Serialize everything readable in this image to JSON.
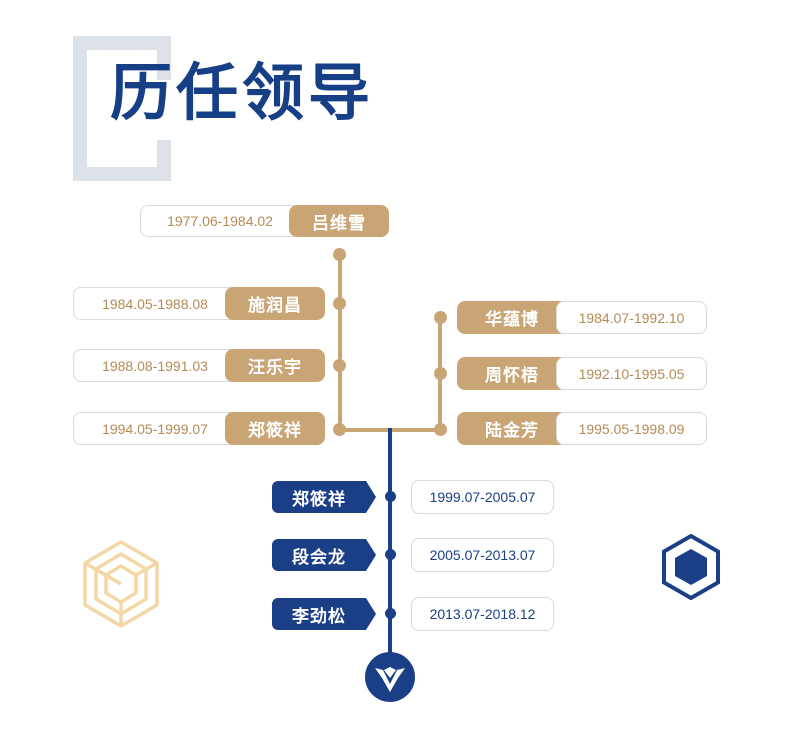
{
  "title": "历任领导",
  "colors": {
    "navy": "#1a3f86",
    "gold": "#c9a475",
    "gold_text": "#b58a57",
    "bracket": "#dde2e9"
  },
  "top": {
    "name": "吕维雪",
    "period": "1977.06-1984.02"
  },
  "left_branch": [
    {
      "name": "施润昌",
      "period": "1984.05-1988.08"
    },
    {
      "name": "汪乐宇",
      "period": "1988.08-1991.03"
    },
    {
      "name": "郑筱祥",
      "period": "1994.05-1999.07"
    }
  ],
  "right_branch": [
    {
      "name": "华蕴博",
      "period": "1984.07-1992.10"
    },
    {
      "name": "周怀梧",
      "period": "1992.10-1995.05"
    },
    {
      "name": "陆金芳",
      "period": "1995.05-1998.09"
    }
  ],
  "main_line": [
    {
      "name": "郑筱祥",
      "period": "1999.07-2005.07"
    },
    {
      "name": "段会龙",
      "period": "2005.07-2013.07"
    },
    {
      "name": "李劲松",
      "period": "2013.07-2018.12"
    }
  ],
  "icons": {
    "left_deco": "hexagon-outline-logo-icon",
    "right_deco": "hexagon-solid-icon",
    "bottom": "eagle-emblem-icon"
  }
}
